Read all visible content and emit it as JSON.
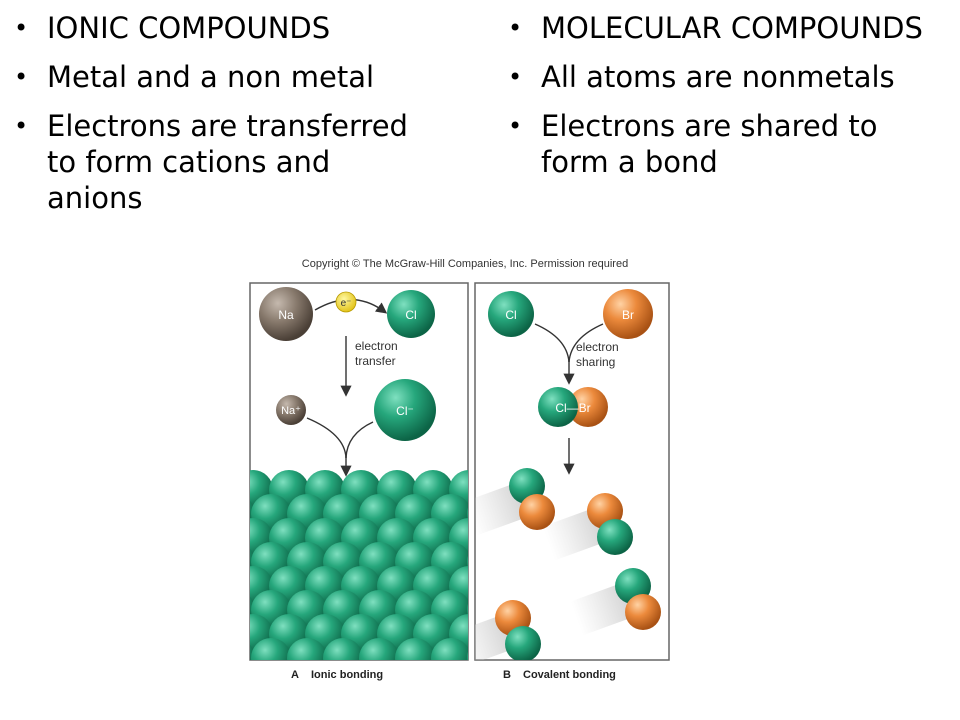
{
  "left_column": {
    "bullets": [
      "IONIC COMPOUNDS",
      "Metal and a non metal",
      "Electrons are transferred to form cations and anions"
    ]
  },
  "right_column": {
    "bullets": [
      "MOLECULAR COMPOUNDS",
      "All atoms are nonmetals",
      "Electrons are shared to form a bond"
    ]
  },
  "figure": {
    "copyright": "Copyright © The McGraw-Hill Companies, Inc. Permission required",
    "panel_a": {
      "na_label": "Na",
      "cl_label": "Cl",
      "electron_label": "e⁻",
      "arrow_label_1": "electron",
      "arrow_label_2": "transfer",
      "na_ion_label": "Na⁺",
      "cl_ion_label": "Cl⁻",
      "caption_letter": "A",
      "caption_text": "Ionic bonding"
    },
    "panel_b": {
      "cl_label": "Cl",
      "br_label": "Br",
      "arrow_label_1": "electron",
      "arrow_label_2": "sharing",
      "molecule_label": "Cl—Br",
      "caption_letter": "B",
      "caption_text": "Covalent bonding"
    },
    "colors": {
      "chlorine": "#1f9e74",
      "bromine": "#e8893a",
      "sodium": "#8a7c70",
      "electron": "#f2dc2a"
    }
  }
}
